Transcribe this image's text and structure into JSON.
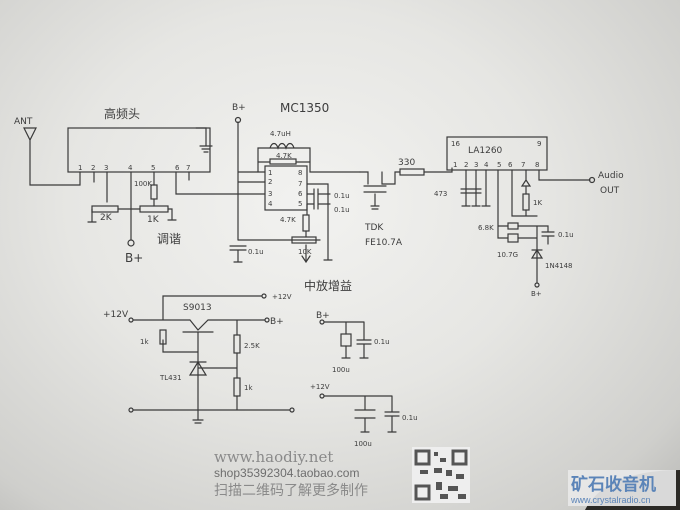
{
  "tuner": {
    "title": "高频头",
    "ant": "ANT",
    "pins": [
      "1",
      "2",
      "3",
      "4",
      "5",
      "6",
      "7"
    ],
    "pot1": "2K",
    "pot2": "1K",
    "res": "100K",
    "tune_label": "调谐",
    "bplus": "B+"
  },
  "if_amp": {
    "bplus": "B+",
    "chip": "MC1350",
    "inductor": "4.7uH",
    "r_fb": "4.7K",
    "pins_left": [
      "1",
      "2",
      "3",
      "4"
    ],
    "pins_right": [
      "8",
      "7",
      "6",
      "5"
    ],
    "r_bias": "4.7K",
    "pot": "10K",
    "cap_supply": "0.1u",
    "cap6": "0.1u",
    "cap5": "0.1u",
    "gain_label": "中放增益"
  },
  "filter": {
    "brand": "TDK",
    "model": "FE10.7A",
    "resistor": "330"
  },
  "detector": {
    "chip": "LA1260",
    "pin_top_left": "16",
    "pin_top_right": "9",
    "pins": [
      "1",
      "2",
      "3",
      "4",
      "5",
      "6",
      "7",
      "8"
    ],
    "caps": "473",
    "r_led": "1K",
    "r_68": "6.8K",
    "crystal": "10.7G",
    "cap": "0.1u",
    "diode": "1N4148",
    "bplus": "B+",
    "out1": "Audio",
    "out2": "OUT"
  },
  "regulator": {
    "transistor": "S9013",
    "in": "+12V",
    "out12": "+12V",
    "outb": "B+",
    "r1": "1k",
    "r2": "2.5K",
    "ref": "TL431",
    "r3": "1k"
  },
  "decoupling": {
    "bplus": "B+",
    "cap1": "0.1u",
    "elec1": "100u",
    "v12": "+12V",
    "cap2": "0.1u",
    "elec2": "100u"
  },
  "watermark": {
    "site": "www.haodiy.net",
    "shop": "shop35392304.taobao.com",
    "scan": "扫描二维码了解更多制作",
    "logo_cn": "矿石收音机",
    "logo_url": "www.crystalradio.cn"
  }
}
